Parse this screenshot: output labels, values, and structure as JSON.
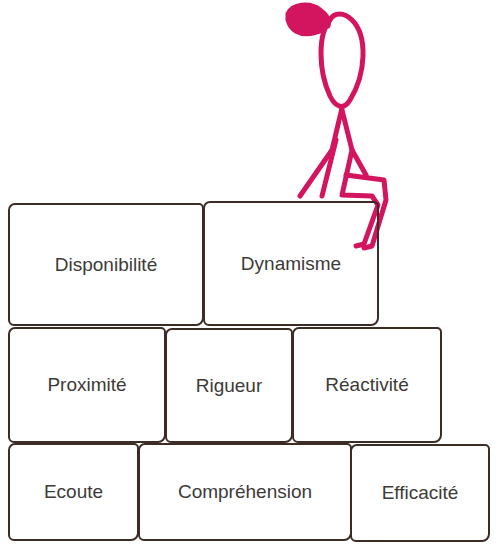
{
  "diagram": {
    "nodes": [
      {
        "text": [
          "Disponibilité"
        ]
      },
      {
        "text": [
          "Dynamisme"
        ]
      },
      {
        "text": [
          "Proximité"
        ]
      },
      {
        "text": [
          "Rigueur"
        ]
      },
      {
        "text": [
          "Réactivité"
        ]
      },
      {
        "text": [
          "Ecoute"
        ]
      },
      {
        "text": [
          "Compréhension"
        ]
      },
      {
        "text": [
          "Efficacité"
        ]
      }
    ]
  }
}
